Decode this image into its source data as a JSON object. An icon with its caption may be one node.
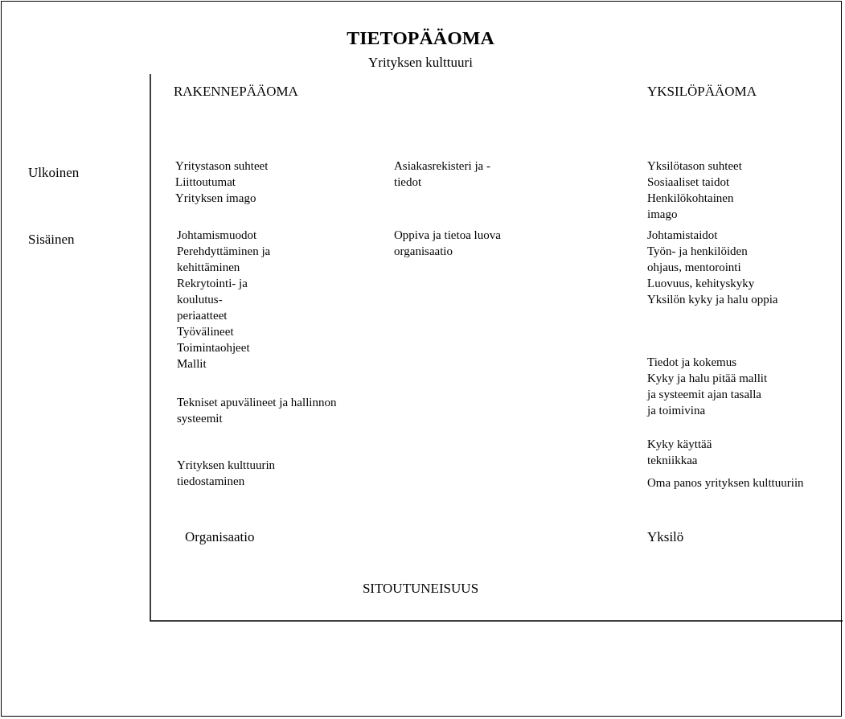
{
  "diagram": {
    "title": "TIETOPÄÄOMA",
    "labels": [
      "Yrityksen kulttuuri",
      "RAKENNEPÄÄOMA",
      "YKSILÖPÄÄOMA",
      "Ulkoinen",
      "Sisäinen",
      "Yritystason suhteet",
      "Liittoutumat",
      "Yrityksen imago",
      "Johtamismuodot",
      "Perehdyttäminen ja kehittäminen",
      "Rekrytointi- ja koulutus- periaatteet",
      "Työvälineet",
      "Toimintaohjeet",
      "Mallit",
      "Tekniset apuvälineet ja hallinnon systeemit",
      "Yrityksen kulttuurin tiedostaminen",
      "Asiakasrekisteri ja -tiedot",
      "Oppiva ja tietoa luova organisaatio",
      "Yksilötason suhteet",
      "Sosiaaliset taidot",
      "Henkilökohtainen imago",
      "Johtamistaidot",
      "Työn- ja henkilöiden ohjaus, mentorointi",
      "Luovuus, kehityskyky",
      "Yksilön kyky ja halu oppia",
      "Tiedot ja kokemus",
      "Kyky ja halu pitää mallit ja systeemit ajan tasalla ja toimivina",
      "Kyky käyttää tekniikkaa",
      "Oma panos yrityksen kulttuuriin",
      "Organisaatio",
      "Yksilö",
      "SITOUTUNEISUUS"
    ]
  }
}
